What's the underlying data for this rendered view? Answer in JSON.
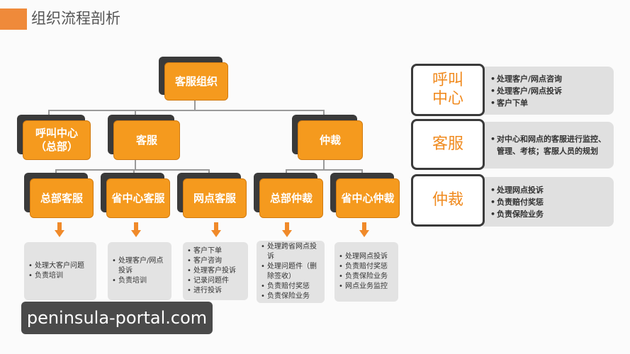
{
  "header": {
    "title": "组织流程剖析"
  },
  "nodes": {
    "root": "客服组织",
    "call_center": "呼叫中心\n（总部）",
    "service": "客服",
    "arbitration": "仲裁",
    "hq_service": "总部客服",
    "province_service": "省中心客服",
    "outlet_service": "网点客服",
    "hq_arbitration": "总部仲裁",
    "province_arbitration": "省中心仲裁"
  },
  "descriptions": {
    "hq_service": [
      "处理大客户问题",
      "负责培训"
    ],
    "province_service": [
      "处理客户/网点投诉",
      "负责培训"
    ],
    "outlet_service": [
      "客户下单",
      "客户咨询",
      "处理客户投诉",
      "记录问题件",
      "进行投诉"
    ],
    "hq_arbitration": [
      "处理跨省网点投诉",
      "处理问题件（删除签收）",
      "负责赔付奖惩",
      "负责保险业务"
    ],
    "province_arbitration": [
      "处理网点投诉",
      "负责赔付奖惩",
      "负责保险业务",
      "网点业务监控"
    ]
  },
  "right_panel": [
    {
      "title": "呼叫中心",
      "items": [
        "处理客户/网点咨询",
        "处理客户/网点投诉",
        "客户下单"
      ]
    },
    {
      "title": "客服",
      "items": [
        "对中心和网点的客服进行监控、管理、考核；客服人员的规划"
      ]
    },
    {
      "title": "仲裁",
      "items": [
        "处理网点投诉",
        "负责赔付奖惩",
        "负责保险业务"
      ]
    }
  ],
  "watermark": "peninsula-portal.com",
  "colors": {
    "accent": "#f59a1e",
    "shadow": "#3a3a3a",
    "panel_text": "#f08a1e",
    "desc_bg": "#e3e3e3"
  }
}
